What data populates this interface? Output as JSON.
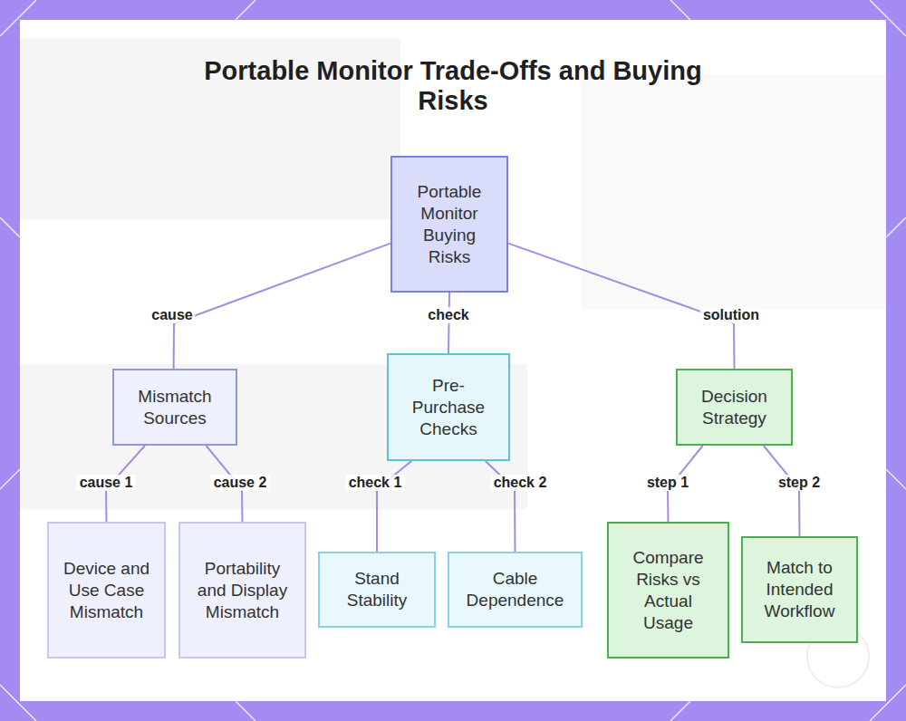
{
  "diagram": {
    "title": "Portable Monitor Trade-Offs and Buying Risks",
    "nodes": [
      {
        "text": [
          "Portable Monitor Buying Risks"
        ]
      },
      {
        "text": [
          "Mismatch Sources"
        ]
      },
      {
        "text": [
          "Pre-Purchase Checks"
        ]
      },
      {
        "text": [
          "Decision Strategy"
        ]
      },
      {
        "text": [
          "Device and Use Case Mismatch"
        ]
      },
      {
        "text": [
          "Portability and Display Mismatch"
        ]
      },
      {
        "text": [
          "Stand Stability"
        ]
      },
      {
        "text": [
          "Cable Dependence"
        ]
      },
      {
        "text": [
          "Compare Risks vs Actual Usage"
        ]
      },
      {
        "text": [
          "Match to Intended Workflow"
        ]
      }
    ],
    "edges": [
      {
        "from": 0,
        "to": 1,
        "label": "cause",
        "arrow": "none"
      },
      {
        "from": 0,
        "to": 2,
        "label": "check",
        "arrow": "none"
      },
      {
        "from": 0,
        "to": 3,
        "label": "solution",
        "arrow": "none"
      },
      {
        "from": 1,
        "to": 4,
        "label": "cause 1",
        "arrow": "none"
      },
      {
        "from": 1,
        "to": 5,
        "label": "cause 2",
        "arrow": "none"
      },
      {
        "from": 2,
        "to": 6,
        "label": "check 1",
        "arrow": "none"
      },
      {
        "from": 2,
        "to": 7,
        "label": "check 2",
        "arrow": "none"
      },
      {
        "from": 3,
        "to": 8,
        "label": "step 1",
        "arrow": "none"
      },
      {
        "from": 3,
        "to": 9,
        "label": "step 2",
        "arrow": "none"
      }
    ]
  }
}
